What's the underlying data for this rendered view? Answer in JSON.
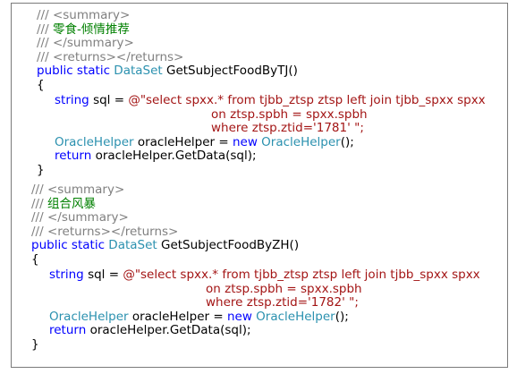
{
  "colors": {
    "comment": "#808080",
    "comment_text": "#008000",
    "keyword": "#0000ff",
    "type": "#2b91af",
    "string": "#a31515",
    "text": "#000000"
  },
  "method1": {
    "doc_summary_open": "<summary>",
    "doc_summary_text": "零食-倾情推荐",
    "doc_summary_close": "</summary>",
    "doc_returns": "<returns></returns>",
    "kw_public": "public",
    "kw_static": "static",
    "return_type": "DataSet",
    "method_name": "GetSubjectFoodByTJ()",
    "open_brace": "{",
    "sql_type_kw": "string",
    "sql_assign": "sql = ",
    "sql_line1": "@\"select spxx.* from tjbb_ztsp ztsp left join tjbb_spxx spxx",
    "sql_line2": "on ztsp.spbh = spxx.spbh",
    "sql_line3": "where ztsp.ztid='1781' \";",
    "helper_type": "OracleHelper",
    "helper_var": " oracleHelper = ",
    "kw_new": "new",
    "helper_ctor": "OracleHelper",
    "helper_end": "();",
    "kw_return": "return",
    "return_expr": " oracleHelper.GetData(sql);",
    "close_brace": "}"
  },
  "method2": {
    "doc_summary_open": "<summary>",
    "doc_summary_text": "组合风暴",
    "doc_summary_close": "</summary>",
    "doc_returns": "<returns></returns>",
    "kw_public": "public",
    "kw_static": "static",
    "return_type": "DataSet",
    "method_name": "GetSubjectFoodByZH()",
    "open_brace": "{",
    "sql_type_kw": "string",
    "sql_assign": "sql = ",
    "sql_line1": "@\"select spxx.* from tjbb_ztsp ztsp left join tjbb_spxx spxx",
    "sql_line2": "on ztsp.spbh = spxx.spbh",
    "sql_line3": "where ztsp.ztid='1782' \";",
    "helper_type": "OracleHelper",
    "helper_var": " oracleHelper = ",
    "kw_new": "new",
    "helper_ctor": "OracleHelper",
    "helper_end": "();",
    "kw_return": "return",
    "return_expr": " oracleHelper.GetData(sql);",
    "close_brace": "}"
  },
  "comment_marker": "///"
}
